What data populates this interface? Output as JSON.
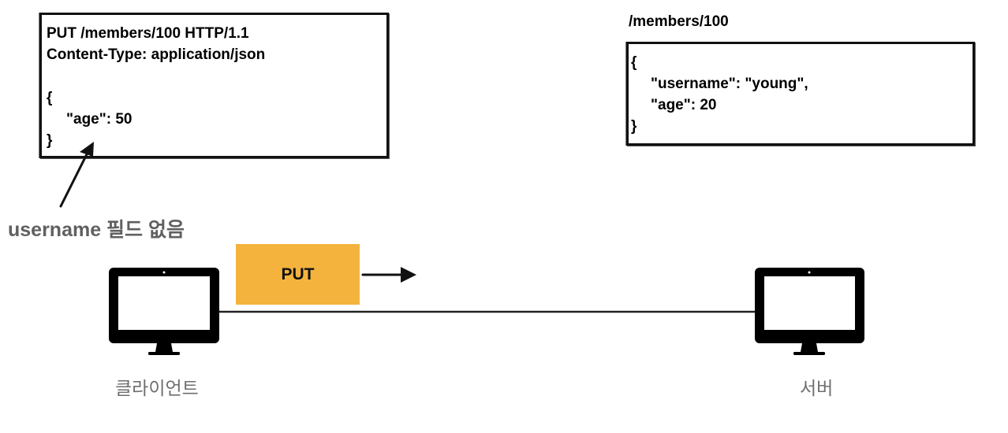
{
  "request": {
    "lines": [
      "PUT /members/100 HTTP/1.1",
      "Content-Type: application/json",
      "",
      "{",
      "\"age\": 50",
      "}"
    ]
  },
  "annotation": "username 필드 없음",
  "resource": {
    "path": "/members/100",
    "lines": [
      "{",
      "\"username\": \"young\",",
      "\"age\": 20",
      "}"
    ]
  },
  "method_label": "PUT",
  "client_label": "클라이언트",
  "server_label": "서버",
  "colors": {
    "method_box": "#f3b33d",
    "annotation_text": "#606060",
    "node_label_text": "#6e6e6e"
  },
  "icons": {
    "client": "monitor-icon",
    "server": "monitor-icon"
  }
}
